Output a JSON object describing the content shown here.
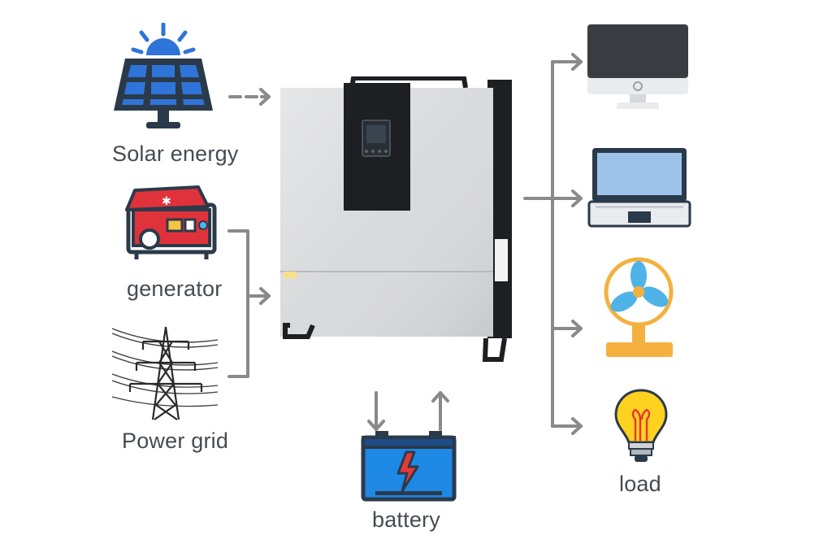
{
  "sources": {
    "solar": {
      "label": "Solar energy",
      "icon": "solar-panel-icon"
    },
    "generator": {
      "label": "generator",
      "icon": "generator-icon"
    },
    "grid": {
      "label": "Power grid",
      "icon": "power-tower-icon"
    }
  },
  "storage": {
    "label": "battery",
    "icon": "battery-icon"
  },
  "loads": {
    "label": "load",
    "items": [
      {
        "icon": "desktop-monitor-icon"
      },
      {
        "icon": "laptop-icon"
      },
      {
        "icon": "electric-fan-icon"
      },
      {
        "icon": "light-bulb-icon"
      }
    ]
  },
  "device": {
    "icon": "hybrid-inverter-icon"
  },
  "colors": {
    "text": "#444b52",
    "arrow": "#8a8a8a",
    "solar_blue": "#2f74d8",
    "outline": "#2b3a4a",
    "generator_red": "#e0323b",
    "battery_blue": "#1e88e5",
    "battery_bolt": "#e53935",
    "fan_blue": "#4fb3e8",
    "fan_base": "#f4b13f",
    "bulb_yellow": "#ffd21f",
    "inverter_body": "#d9dadc",
    "inverter_panel": "#1d1f22"
  }
}
